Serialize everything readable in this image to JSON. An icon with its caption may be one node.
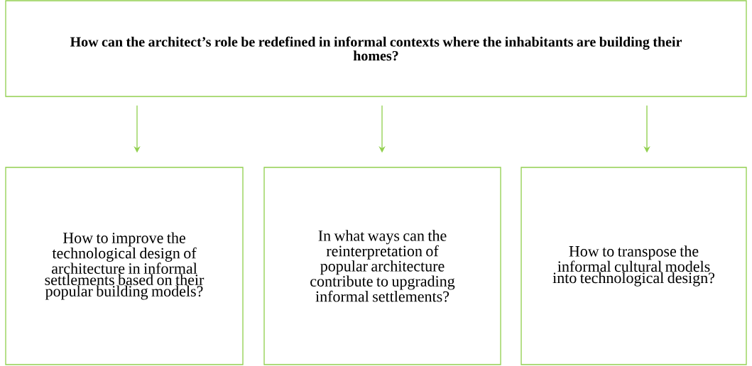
{
  "diagram": {
    "nodes": [
      {
        "text": [
          "How can the architect’s role be redefined in informal contexts where the inhabitants are building their homes?"
        ]
      },
      {
        "text": [
          "How to improve the technological design of architecture in informal settlements based on their popular building models?"
        ]
      },
      {
        "text": [
          "In what ways can the reinterpretation of popular architecture contribute to upgrading informal settlements?"
        ]
      },
      {
        "text": [
          "How to transpose the informal cultural models into technological design?"
        ]
      }
    ],
    "edges": [
      {
        "from": 0,
        "to": 1,
        "arrow": "to"
      },
      {
        "from": 0,
        "to": 2,
        "arrow": "to"
      },
      {
        "from": 0,
        "to": 3,
        "arrow": "to"
      }
    ]
  }
}
